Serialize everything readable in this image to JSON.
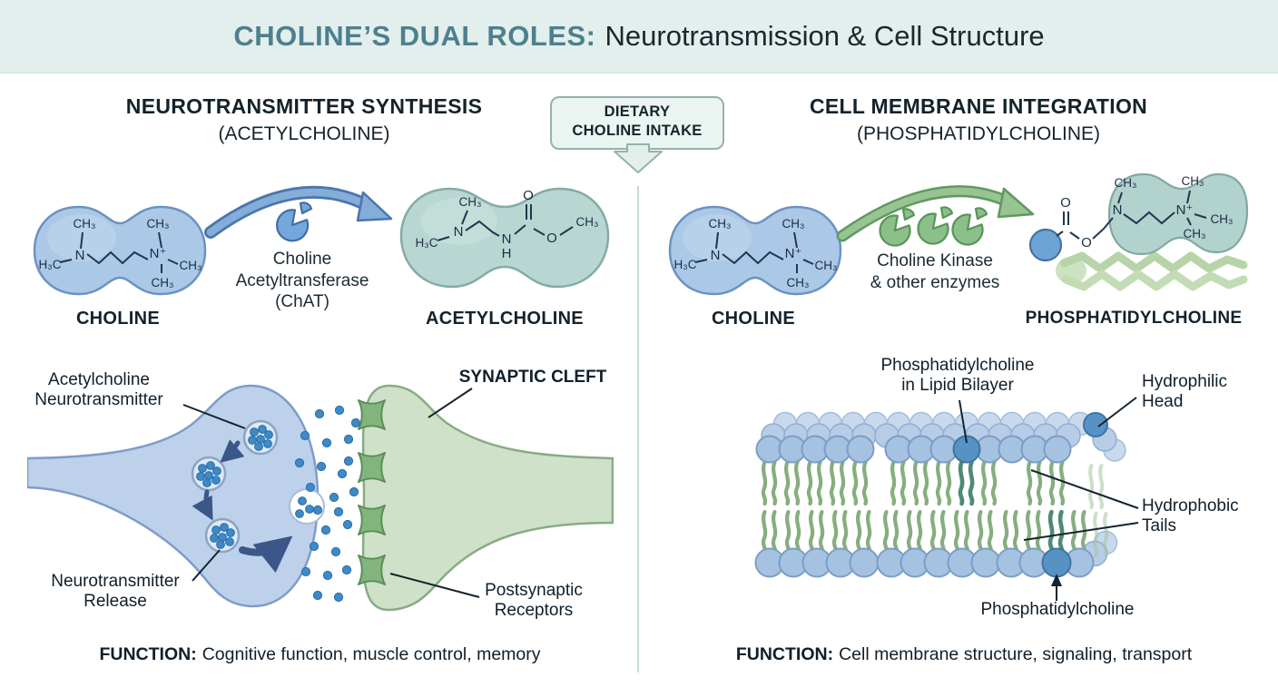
{
  "header": {
    "title_accent": "CHOLINE’S DUAL ROLES:",
    "title_rest": "Neurotransmission & Cell Structure"
  },
  "center": {
    "intake_line1": "DIETARY",
    "intake_line2": "CHOLINE INTAKE"
  },
  "left_panel": {
    "heading": "NEUROTRANSMITTER SYNTHESIS",
    "subheading": "(ACETYLCHOLINE)",
    "choline_label": "CHOLINE",
    "enzyme_line1": "Choline",
    "enzyme_line2": "Acetyltransferase",
    "enzyme_line3": "(ChAT)",
    "product_label": "ACETYLCHOLINE",
    "synapse": {
      "vesicle_line1": "Acetylcholine",
      "vesicle_line2": "Neurotransmitter",
      "cleft": "SYNAPTIC CLEFT",
      "release_line1": "Neurotransmitter",
      "release_line2": "Release",
      "receptor_line1": "Postsynaptic",
      "receptor_line2": "Receptors"
    },
    "function_label": "FUNCTION:",
    "function_text": "Cognitive function, muscle control, memory"
  },
  "right_panel": {
    "heading": "CELL MEMBRANE INTEGRATION",
    "subheading": "(PHOSPHATIDYLCHOLINE)",
    "choline_label": "CHOLINE",
    "enzyme_line1": "Choline Kinase",
    "enzyme_line2": "& other enzymes",
    "product_label": "PHOSPHATIDYLCHOLINE",
    "bilayer": {
      "pc_top_line1": "Phosphatidylcholine",
      "pc_top_line2": "in Lipid Bilayer",
      "head_line1": "Hydrophilic",
      "head_line2": "Head",
      "tails_line1": "Hydrophobic",
      "tails_line2": "Tails",
      "pc_bottom": "Phosphatidylcholine"
    },
    "function_label": "FUNCTION:",
    "function_text": "Cell membrane structure, signaling, transport"
  },
  "atoms": {
    "ch3": "CH₃",
    "h3c": "H₃C",
    "n": "N",
    "n_plus": "N⁺",
    "o": "O",
    "h": "H"
  },
  "colors": {
    "header_bg": "#e2efec",
    "title_accent": "#4e7f8e",
    "text_dark": "#14222b",
    "choline_blob": "#abc9e7",
    "acetylcholine_blob": "#b9d7d2",
    "presynaptic_neuron": "#bdd1eb",
    "postsynaptic_neuron": "#cfe2c9",
    "receptor_green": "#84b47e",
    "neurotransmitter_dot": "#3e8ac6",
    "enzyme_blue": "#74a8dc",
    "enzyme_green": "#8cc08a",
    "lipid_head": "#a6c2e1",
    "lipid_head_dark": "#5792c5",
    "lipid_tail": "#86ae7e",
    "lipid_tail_dark": "#4e8a76"
  }
}
